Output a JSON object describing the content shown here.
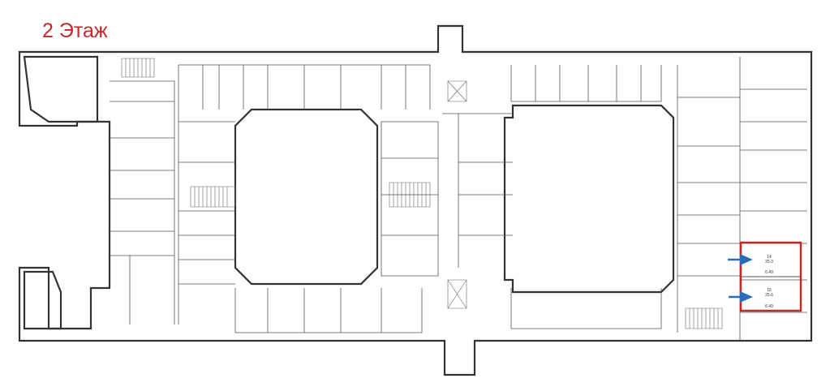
{
  "title": "2 Этаж",
  "highlight": {
    "color": "#c62828",
    "arrow_color": "#2a6db5",
    "rooms": [
      {
        "number": "14",
        "area": "25.3",
        "width": "6.49"
      },
      {
        "number": "15",
        "area": "25.6",
        "width": "6.49"
      }
    ]
  }
}
